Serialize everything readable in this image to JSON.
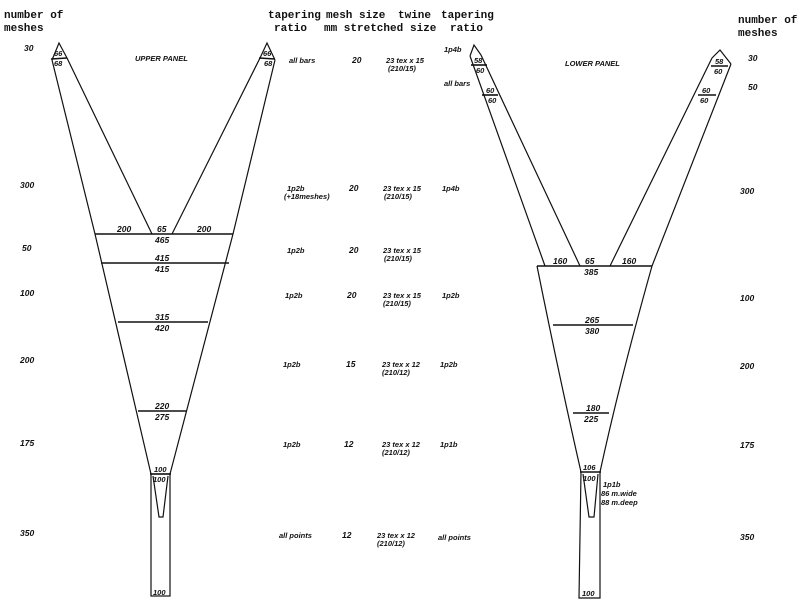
{
  "headers": {
    "left_meshes": [
      "number of",
      "meshes"
    ],
    "tapering_upper": [
      "tapering",
      "ratio"
    ],
    "mesh_size": [
      "mesh size",
      "mm stretched"
    ],
    "twine": [
      "twine",
      "size"
    ],
    "tapering_lower": [
      "tapering",
      "ratio"
    ],
    "right_meshes": [
      "number of",
      "meshes"
    ]
  },
  "panels": {
    "upper": "UPPER PANEL",
    "lower": "LOWER PANEL"
  },
  "left_counts": [
    "30",
    "300",
    "50",
    "100",
    "200",
    "175",
    "350"
  ],
  "right_counts": [
    "30",
    "50",
    "300",
    "100",
    "200",
    "175",
    "350"
  ],
  "rows": [
    {
      "taper_upper": "all bars",
      "taper_upper_note": "",
      "mesh": "20",
      "twine": "23 tex x 15",
      "twine_alt": "(210/15)",
      "taper_lower": ""
    },
    {
      "taper_upper": "1p2b",
      "taper_upper_note": "(+18meshes)",
      "mesh": "20",
      "twine": "23 tex x 15",
      "twine_alt": "(210/15)",
      "taper_lower": "1p4b"
    },
    {
      "taper_upper": "1p2b",
      "taper_upper_note": "",
      "mesh": "20",
      "twine": "23 tex x 15",
      "twine_alt": "(210/15)",
      "taper_lower": ""
    },
    {
      "taper_upper": "1p2b",
      "taper_upper_note": "",
      "mesh": "20",
      "twine": "23 tex x 15",
      "twine_alt": "(210/15)",
      "taper_lower": "1p2b"
    },
    {
      "taper_upper": "1p2b",
      "taper_upper_note": "",
      "mesh": "15",
      "twine": "23 tex x 12",
      "twine_alt": "(210/12)",
      "taper_lower": "1p2b"
    },
    {
      "taper_upper": "1p2b",
      "taper_upper_note": "",
      "mesh": "12",
      "twine": "23 tex x 12",
      "twine_alt": "(210/12)",
      "taper_lower": "1p1b"
    },
    {
      "taper_upper": "all points",
      "taper_upper_note": "",
      "mesh": "12",
      "twine": "23 tex x 12",
      "twine_alt": "(210/12)",
      "taper_lower": "all points"
    }
  ],
  "lower_wing_taper": [
    "1p4b",
    "all bars"
  ],
  "upper_diagram": {
    "wing_left": [
      "66",
      "68"
    ],
    "wing_right": [
      "66",
      "68"
    ],
    "join": {
      "side_left": "200",
      "center": "65",
      "side_right": "200",
      "below": "465"
    },
    "sections": [
      [
        "415",
        "415"
      ],
      [
        "315",
        "420"
      ],
      [
        "220",
        "275"
      ],
      [
        "100",
        "100"
      ]
    ],
    "codend_end": "100"
  },
  "lower_diagram": {
    "wing_left": [
      "58",
      "60",
      "60",
      "60"
    ],
    "wing_right": [
      "58",
      "60",
      "60",
      "60"
    ],
    "join": {
      "side_left": "160",
      "center": "65",
      "side_right": "160",
      "below": "385"
    },
    "sections": [
      [
        "265",
        "380"
      ],
      [
        "180",
        "225"
      ],
      [
        "106",
        "100"
      ]
    ],
    "codend_note": [
      "1p1b",
      "86 m.wide",
      "88 m.deep"
    ],
    "codend_end": "100"
  }
}
